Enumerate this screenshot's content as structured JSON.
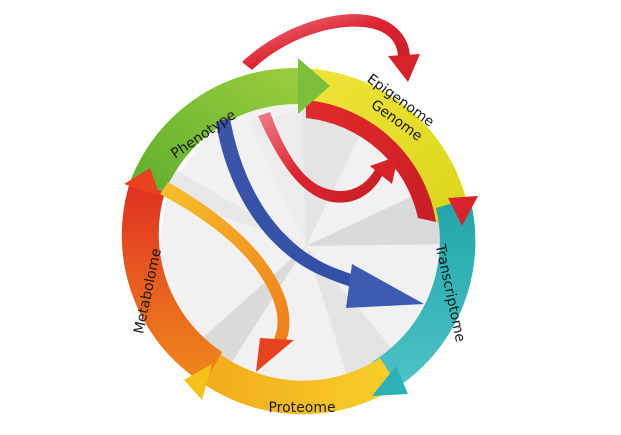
{
  "segments": [
    {
      "id": "epigenome",
      "label": "Epigenome",
      "color": "#e1e21c"
    },
    {
      "id": "genome",
      "label": "Genome",
      "color": "#d9232a"
    },
    {
      "id": "transcriptome",
      "label": "Transcriptome",
      "color": "#2cb2b6"
    },
    {
      "id": "proteome",
      "label": "Proteome",
      "color": "#f6c21a"
    },
    {
      "id": "metabolome",
      "label": "Metabolome",
      "color": "#e8421f"
    },
    {
      "id": "phenotype",
      "label": "Phenotype",
      "color": "#7cbf3a"
    }
  ],
  "arrows": [
    {
      "id": "phenotype-to-genome",
      "color": "#d9232a"
    },
    {
      "id": "phenotype-to-transcriptome",
      "color": "#3d5bb0"
    },
    {
      "id": "phenotype-to-metabolome",
      "color": "#f3b21b"
    },
    {
      "id": "outer-feedback",
      "color": "#d9232a"
    }
  ],
  "colors": {
    "background": "#ffffff",
    "inner_disc": "#f1f1f1",
    "wedge_light": "#e6e6e6",
    "wedge_dark": "#d7d7d7",
    "text": "#1a1a1a"
  }
}
